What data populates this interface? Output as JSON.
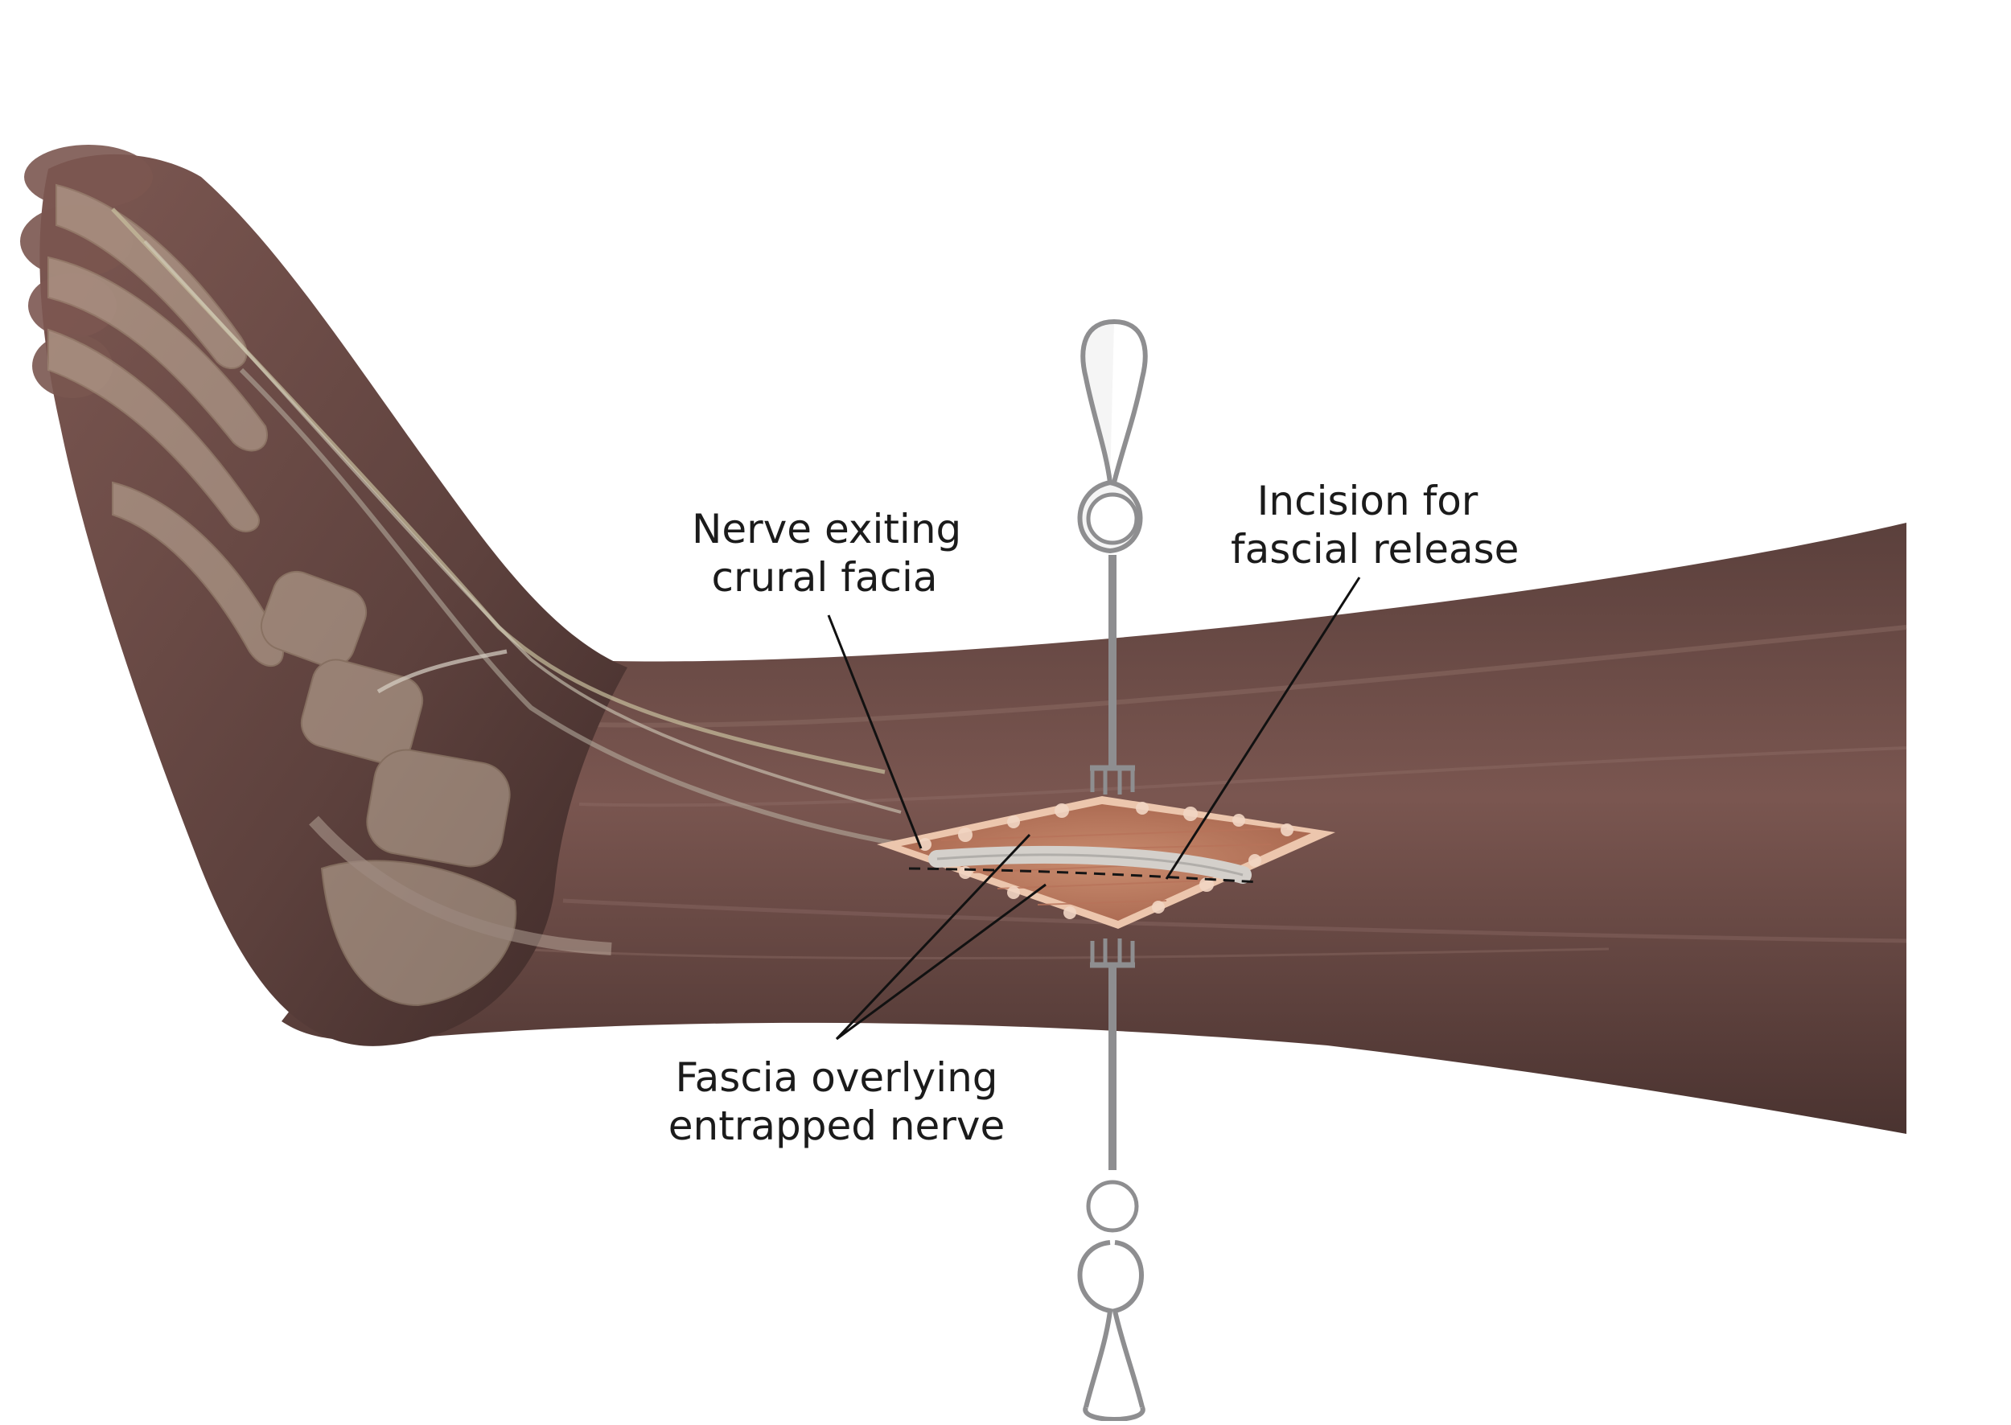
{
  "labels": {
    "nerve_exiting": {
      "line1": "Nerve exiting",
      "line2": "crural facia"
    },
    "incision": {
      "line1": "Incision for",
      "line2": "fascial release"
    },
    "fascia_overlying": {
      "line1": "Fascia overlying",
      "line2": "entrapped nerve"
    }
  },
  "colors": {
    "skin_dark": "#4a3431",
    "skin_mid": "#6b4a46",
    "skin_light": "#8a605a",
    "bone": "#b9a895",
    "incision_tissue": "#d9a588",
    "nerve": "#c9c3bb",
    "retractor": "#a8a8aa",
    "leader_line": "#111111"
  },
  "icons": {
    "retractor_top": "retractor-icon",
    "retractor_bottom": "retractor-icon"
  }
}
